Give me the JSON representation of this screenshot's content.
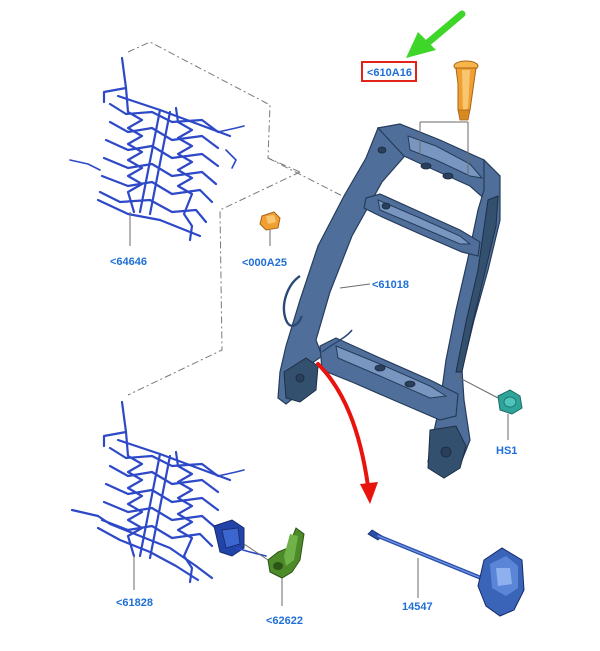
{
  "parts": [
    {
      "id": "610A16",
      "label": "<610A16",
      "highlighted": true
    },
    {
      "id": "64646",
      "label": "<64646"
    },
    {
      "id": "000A25",
      "label": "<000A25"
    },
    {
      "id": "61018",
      "label": "<61018"
    },
    {
      "id": "HS1",
      "label": "HS1"
    },
    {
      "id": "61828",
      "label": "<61828"
    },
    {
      "id": "62622",
      "label": "<62622"
    },
    {
      "id": "14547",
      "label": "14547"
    }
  ],
  "colors": {
    "label": "#1f6fd6",
    "highlight_box": "#e2231a",
    "arrow_green": "#3fd62a",
    "arrow_red": "#e8130c",
    "frame": "#4f6f9a",
    "wire": "#2d49c8",
    "clip_orange": "#f0a030",
    "grommet_teal": "#2fa49a",
    "bracket_green": "#4d8a2a",
    "motor_blue": "#3a64b8"
  }
}
